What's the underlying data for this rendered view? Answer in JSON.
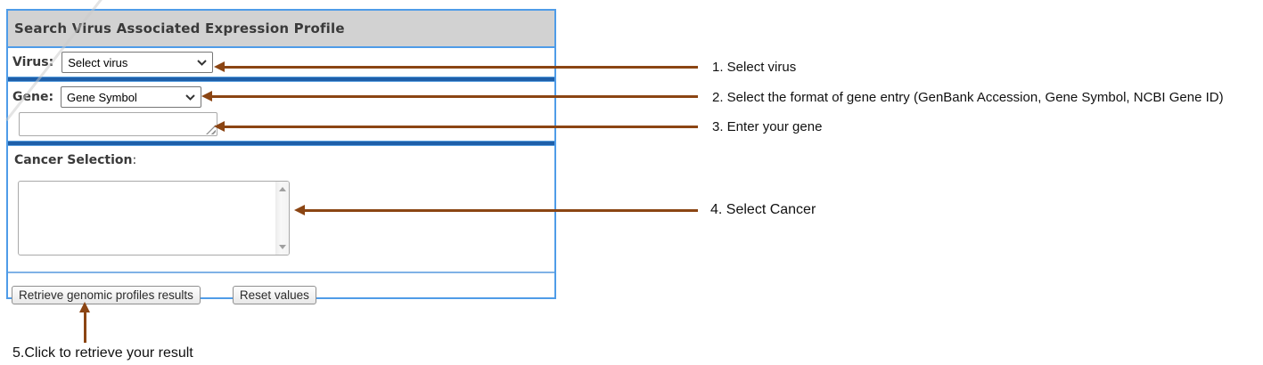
{
  "form": {
    "title": "Search Virus Associated Expression Profile",
    "virus_label": "Virus:",
    "virus_select_value": "Select virus",
    "gene_label": "Gene:",
    "gene_select_value": "Gene Symbol",
    "gene_input_value": "",
    "cancer_label": "Cancer Selection",
    "cancer_label_suffix": ":",
    "retrieve_button_label": "Retrieve genomic profiles results",
    "reset_button_label": "Reset values"
  },
  "annotations": {
    "step1": "1. Select virus",
    "step2": "2. Select the format of gene entry (GenBank Accession, Gene Symbol, NCBI Gene ID)",
    "step3": "3. Enter your gene",
    "step4": "4. Select Cancer",
    "step5": "5.Click to retrieve your result"
  },
  "icons": {
    "dropdown_chevron": "chevron-down",
    "scroll_up": "triangle-up",
    "scroll_down": "triangle-down",
    "resize_handle": "diagonal-grip",
    "step_arrow": "arrow-brown"
  },
  "colors": {
    "panel_border": "#4f9ce8",
    "section_divider": "#1e5fa9",
    "header_bg": "#d2d2d2",
    "header_text": "#3a3a3a",
    "annotation_arrow": "#8B4513",
    "annotation_text": "#111111"
  }
}
